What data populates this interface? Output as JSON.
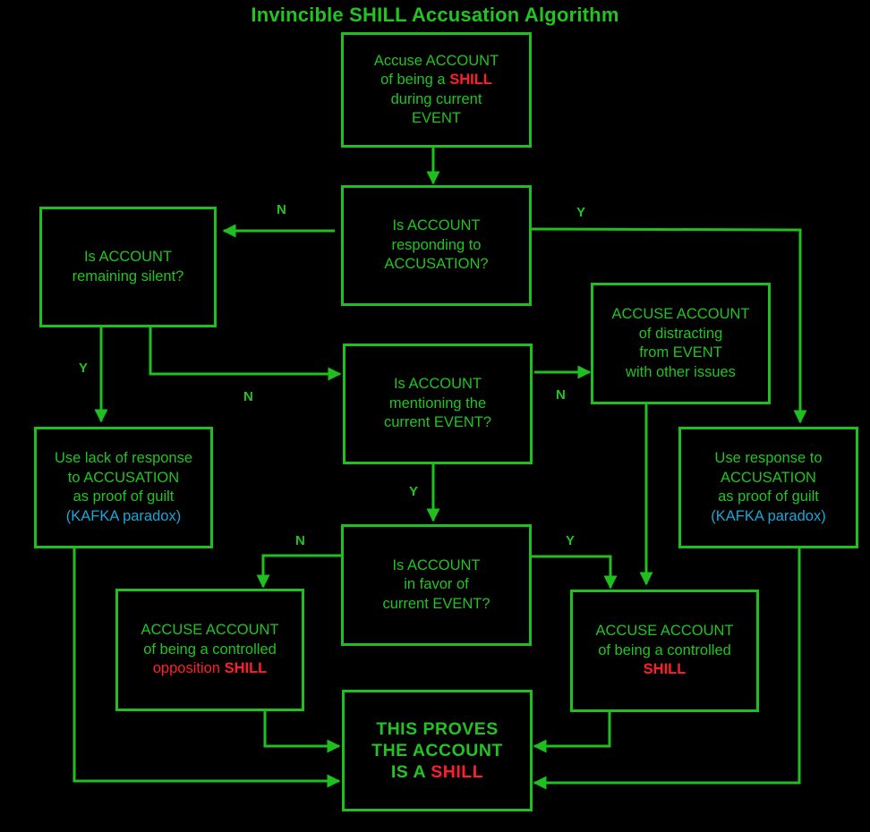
{
  "title": "Invincible SHILL Accusation Algorithm",
  "colors": {
    "background": "#000000",
    "line": "#1fbf1f",
    "text": "#22c322",
    "accent_red": "#ff1f2b",
    "accent_blue": "#1aa6d6"
  },
  "nodes": {
    "accuse_start": [
      "Accuse ACCOUNT",
      "of being a ",
      "SHILL",
      "during current",
      "EVENT"
    ],
    "responding": [
      "Is ACCOUNT",
      "responding to",
      "ACCUSATION?"
    ],
    "silent": [
      "Is ACCOUNT",
      "remaining silent?"
    ],
    "mentioning": [
      "Is ACCOUNT",
      "mentioning the",
      "current EVENT?"
    ],
    "distracting": [
      "ACCUSE ACCOUNT",
      "of distracting",
      "from EVENT",
      "with other issues"
    ],
    "lack_response": [
      "Use lack of response",
      "to ACCUSATION",
      "as proof of guilt",
      "(KAFKA paradox)"
    ],
    "use_response": [
      "Use response to",
      "ACCUSATION",
      "as proof of guilt",
      "(KAFKA paradox)"
    ],
    "in_favor": [
      "Is ACCOUNT",
      "in favor of",
      "current EVENT?"
    ],
    "controlled_opposition": [
      "ACCUSE ACCOUNT",
      "of being a controlled",
      "opposition ",
      "SHILL"
    ],
    "controlled_shill": [
      "ACCUSE ACCOUNT",
      "of being a controlled",
      "SHILL"
    ],
    "proves": [
      "THIS PROVES",
      "THE ACCOUNT",
      "IS A ",
      "SHILL"
    ]
  },
  "edge_labels": {
    "no": "N",
    "yes": "Y"
  }
}
